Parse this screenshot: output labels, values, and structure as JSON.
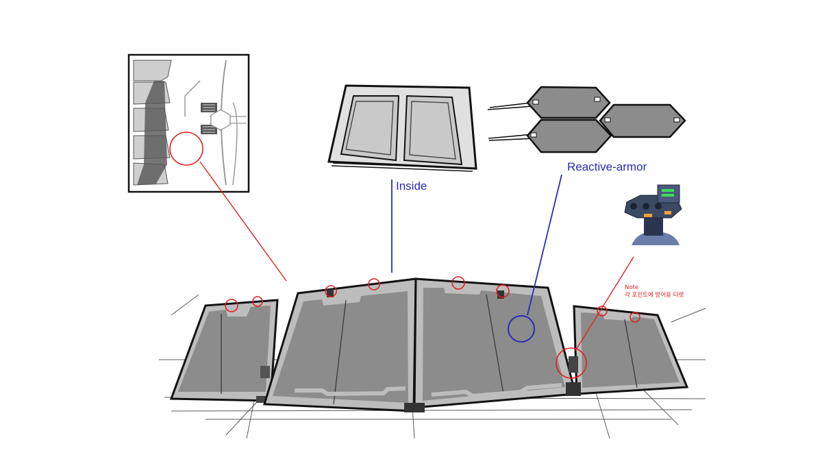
{
  "labels": {
    "inside": "Inside",
    "reactive_armor": "Reactive-armor",
    "note_title": "Note",
    "note_body": "각 포인트에 방어용 터렛"
  },
  "colors": {
    "panel_fill": "#8c8c8c",
    "panel_border": "#bdbdbd",
    "outline": "#1a1a1a",
    "callout_red": "#e02020",
    "callout_blue": "#2a2ab8",
    "turret_body": "#3b4a63",
    "turret_light": "#3ddc5a",
    "turret_accent": "#f2a23a"
  },
  "icons": {
    "turret": "turret-icon"
  }
}
